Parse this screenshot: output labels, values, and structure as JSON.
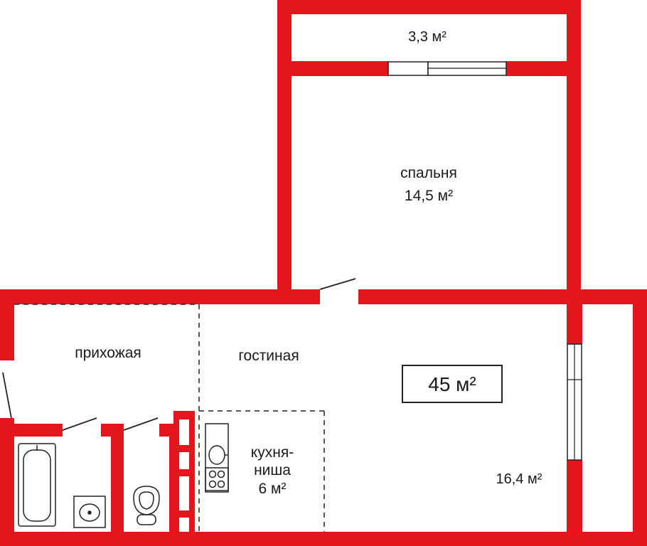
{
  "colors": {
    "wall": "#e3151d",
    "fixture": "#222222",
    "background": "#ffffff"
  },
  "rooms": {
    "balcony": {
      "area": "3,3 м²"
    },
    "bedroom": {
      "name": "спальня",
      "area": "14,5 м²"
    },
    "hallway": {
      "name": "прихожая"
    },
    "living": {
      "name": "гостиная",
      "area": "16,4 м²"
    },
    "kitchen": {
      "line1": "кухня-",
      "line2": "ниша",
      "area": "6 м²"
    }
  },
  "total_area": "45 м²",
  "icons": [
    "bathtub-icon",
    "sink-icon",
    "toilet-icon",
    "stove-icon",
    "kitchen-sink-icon"
  ]
}
